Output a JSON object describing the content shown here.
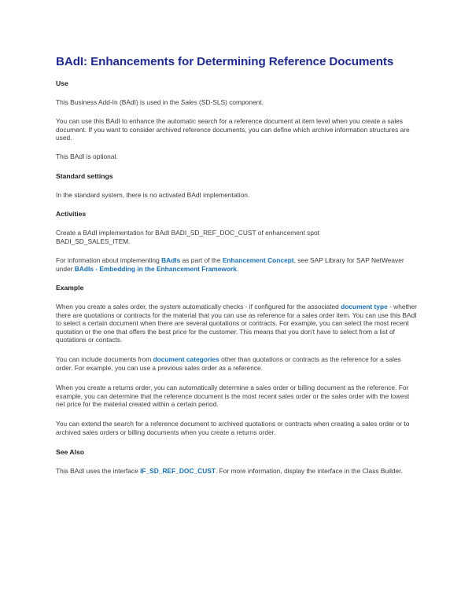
{
  "title": "BAdI: Enhancements for Determining Reference Documents",
  "colors": {
    "title": "#1f2b8f",
    "link": "#1a6fb5",
    "body_text": "#3a3a3a"
  },
  "sections": {
    "use": {
      "heading": "Use",
      "p1": {
        "pre": "This Business Add-In (BAdI) is used in the ",
        "italic": "Sales",
        "post": " (SD-SLS) component."
      },
      "p2": "You can use this BAdI to enhance the automatic search for a reference document at item level when you create a sales document. If you want to consider archived reference documents, you can define which archive information structures are used.",
      "p3": "This BAdI is optional."
    },
    "standard_settings": {
      "heading": "Standard settings",
      "p1": "In the standard system, there is no activated BAdI implementation."
    },
    "activities": {
      "heading": "Activities",
      "p1": "Create a BAdI implementation for BAdI BADI_SD_REF_DOC_CUST of enhancement spot BADI_SD_SALES_ITEM.",
      "p2": {
        "t1": "For information about implementing ",
        "link1": "BAdIs",
        "t2": " as part of the ",
        "link2": "Enhancement Concept",
        "t3": ", see SAP Library for SAP NetWeaver under ",
        "link3": "BAdIs - Embedding in the Enhancement Framework",
        "t4": "."
      }
    },
    "example": {
      "heading": "Example",
      "p1": {
        "t1": "When you create a sales order, the system automatically checks - if configured for the associated ",
        "link1": "document type",
        "t2": " - whether there are quotations or contracts for the material that you can use as reference for a sales order item. You can use this BAdI to select a certain document when there are several quotations or contracts. For example, you can select the most recent quotation or the one that offers the best price for the customer. This means that you don't have to select from a list of quotations or contacts."
      },
      "p2": {
        "t1": "You can include documents from ",
        "link1": "document categories",
        "t2": " other than quotations or contracts as the reference for a sales order. For example, you can use a previous sales order as a reference."
      },
      "p3": "When you create a returns order, you can automatically determine a sales order or billing document as the reference. For example, you can determine that the reference document is the most recent sales order or the sales order with the lowest net price for the material created within a certain period.",
      "p4": "You can extend the search for a reference document to archived quotations or contracts when creating a sales order or to archived sales orders or billing documents when you create a returns order."
    },
    "see_also": {
      "heading": "See Also",
      "p1": {
        "t1": "This BAdI uses the interface ",
        "link1": "IF_SD_REF_DOC_CUST",
        "t2": ". For more information, display the interface in the Class Builder."
      }
    }
  }
}
